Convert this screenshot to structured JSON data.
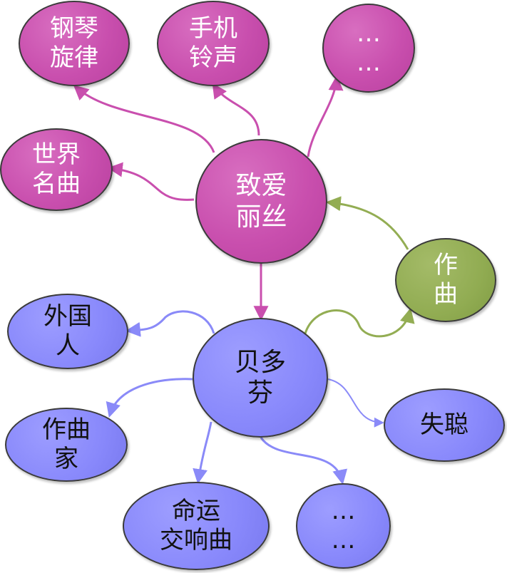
{
  "colors": {
    "pink": "#c94fae",
    "pink_line": "#c94fae",
    "green": "#91ac52",
    "green_line": "#93ad53",
    "blue": "#8888fb",
    "blue_line": "#8a8af8",
    "outline": "#3b3b3b"
  },
  "nodes": {
    "center_pink": "致爱\n丽丝",
    "piano_melody": "钢琴\n旋律",
    "ringtone": "手机\n铃声",
    "pink_more": "…\n…",
    "world_famous": "世界\n名曲",
    "compose": "作\n曲",
    "center_blue": "贝多\n芬",
    "foreigner": "外国\n人",
    "composer": "作曲\n家",
    "deaf": "失聪",
    "fate_symphony": "命运\n交响曲",
    "blue_more": "…\n…"
  }
}
